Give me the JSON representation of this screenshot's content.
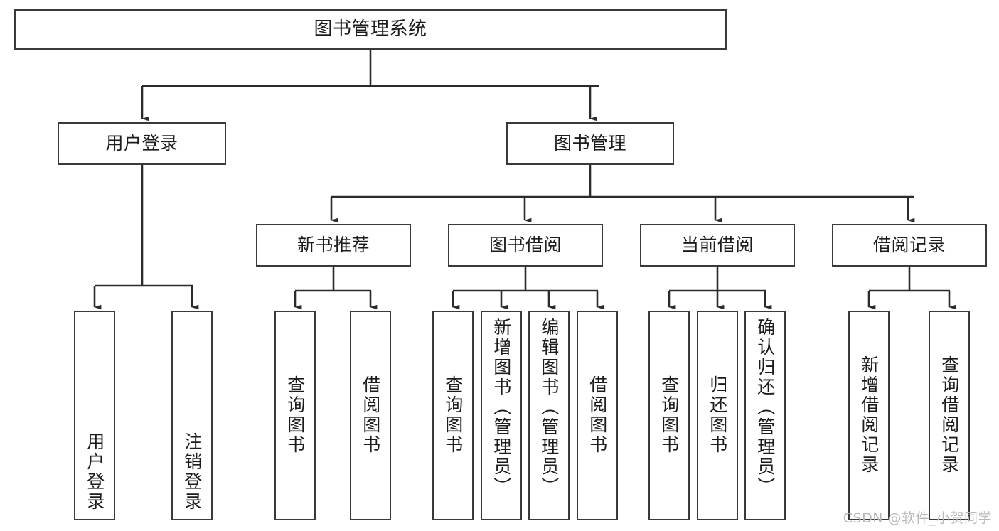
{
  "diagram": {
    "title": "图书管理系统",
    "watermark": "CSDN @软件_小贺同学",
    "levels": {
      "root": {
        "label": "图书管理系统"
      },
      "level2": [
        {
          "label": "用户登录"
        },
        {
          "label": "图书管理"
        }
      ],
      "level3": [
        {
          "label": "新书推荐"
        },
        {
          "label": "图书借阅"
        },
        {
          "label": "当前借阅"
        },
        {
          "label": "借阅记录"
        }
      ],
      "leaves": {
        "user_login": [
          {
            "label": "用户登录"
          },
          {
            "label": "注销登录"
          }
        ],
        "new_book_recommend": [
          {
            "label": "查询图书"
          },
          {
            "label": "借阅图书"
          }
        ],
        "book_borrow": [
          {
            "label": "查询图书"
          },
          {
            "label": "新增图书（管理员）"
          },
          {
            "label": "编辑图书（管理员）"
          },
          {
            "label": "借阅图书"
          }
        ],
        "current_borrow": [
          {
            "label": "查询图书"
          },
          {
            "label": "归还图书"
          },
          {
            "label": "确认归还（管理员）"
          }
        ],
        "borrow_record": [
          {
            "label": "新增借阅记录"
          },
          {
            "label": "查询借阅记录"
          }
        ]
      }
    },
    "colors": {
      "box_border": "#3a3a3a",
      "box_fill": "#ffffff",
      "text": "#1c1c1c",
      "edge": "#2b2b2b",
      "watermark": "#b9b9b9"
    }
  }
}
